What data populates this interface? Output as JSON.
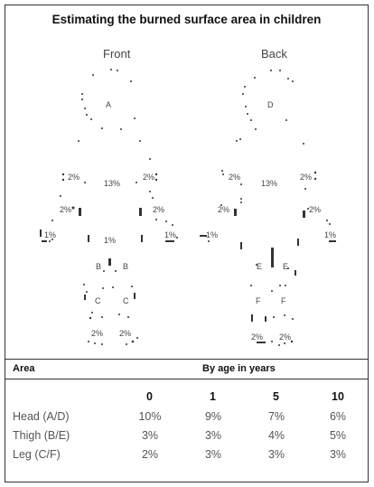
{
  "title": "Estimating the burned surface area in children",
  "views": {
    "front": "Front",
    "back": "Back"
  },
  "labels": {
    "front_head": "A",
    "back_head": "D",
    "front_upper_arm": "2%",
    "front_upper_arm_r": "2%",
    "front_trunk": "13%",
    "front_forearm": "2%",
    "front_forearm_r": "2%",
    "front_hand": "1%",
    "front_hand_r": "1%",
    "front_genital": "1%",
    "front_thigh": "B",
    "front_thigh_r": "B",
    "front_leg": "C",
    "front_leg_r": "C",
    "front_foot": "2%",
    "front_foot_r": "2%",
    "back_upper_arm": "2%",
    "back_upper_arm_r": "2%",
    "back_trunk": "13%",
    "back_forearm": "2%",
    "back_forearm_r": "2%",
    "back_hand": "1%",
    "back_hand_r": "1%",
    "back_thigh": "E",
    "back_thigh_r": "E",
    "back_leg": "F",
    "back_leg_r": "F",
    "back_foot": "2%",
    "back_foot_r": "2%"
  },
  "table": {
    "area_header": "Area",
    "age_header": "By age in years",
    "ages": [
      "0",
      "1",
      "5",
      "10"
    ],
    "rows": [
      {
        "label": "Head (A/D)",
        "values": [
          "10%",
          "9%",
          "7%",
          "6%"
        ]
      },
      {
        "label": "Thigh (B/E)",
        "values": [
          "3%",
          "3%",
          "4%",
          "5%"
        ]
      },
      {
        "label": "Leg (C/F)",
        "values": [
          "2%",
          "3%",
          "3%",
          "3%"
        ]
      }
    ]
  }
}
